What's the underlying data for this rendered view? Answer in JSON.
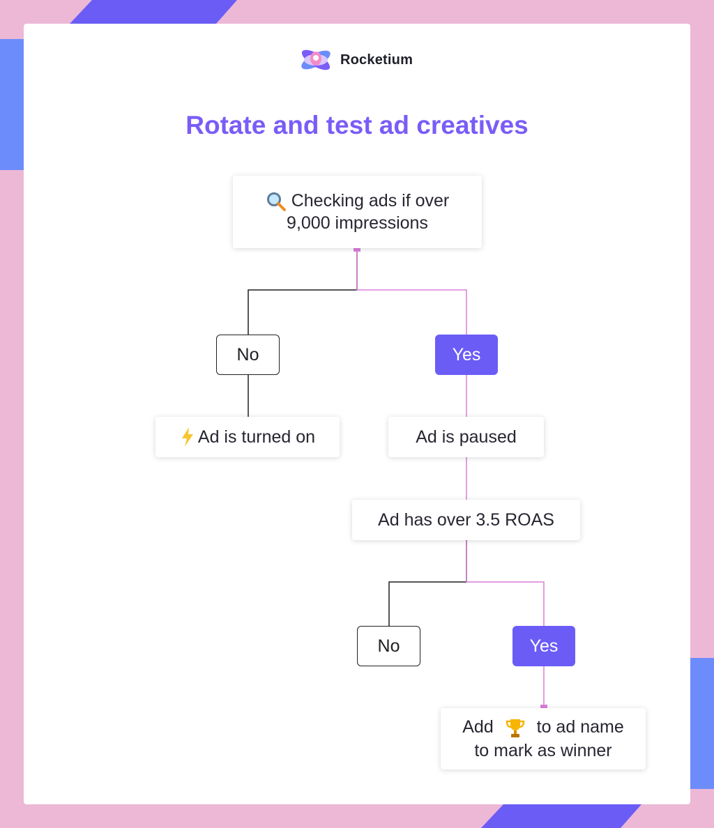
{
  "brand": {
    "name": "Rocketium",
    "logo_icon": "rocketium-logo-icon"
  },
  "title": "Rotate and test ad creatives",
  "colors": {
    "background": "#ecb8d6",
    "accent_purple": "#6b5cf6",
    "accent_blue": "#6d8cfb",
    "title": "#7a5cf7",
    "yes_connector": "#d97fd9",
    "no_connector": "#1f1f24"
  },
  "nodes": {
    "check": {
      "icon": "magnifier-icon",
      "line1": "Checking ads if over",
      "line2": "9,000 impressions"
    },
    "turned_on": {
      "icon": "lightning-icon",
      "text": "Ad is turned on"
    },
    "paused": {
      "text": "Ad is paused"
    },
    "roas": {
      "text": "Ad has over 3.5 ROAS"
    },
    "winner": {
      "prefix": "Add",
      "icon": "trophy-icon",
      "suffix": "to ad name",
      "line2": "to mark as winner"
    }
  },
  "choices": {
    "no_1": "No",
    "yes_1": "Yes",
    "no_2": "No",
    "yes_2": "Yes"
  }
}
